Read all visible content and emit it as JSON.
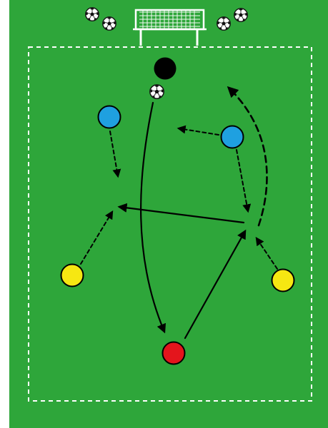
{
  "diagram": {
    "type": "soccer-training-drill",
    "colors": {
      "pitch": "#2ea63a",
      "lines": "#ffffff",
      "arrows": "#000000",
      "player_blue": "#1fa0e0",
      "player_yellow": "#f6e712",
      "player_red": "#e4151c",
      "player_black": "#000000"
    },
    "elements": {
      "goal": "goal-icon",
      "ball": "soccer-ball-icon",
      "ball_count": 5,
      "players": [
        {
          "id": "black",
          "color": "player_black"
        },
        {
          "id": "blue-left",
          "color": "player_blue"
        },
        {
          "id": "blue-right",
          "color": "player_blue"
        },
        {
          "id": "yellow-left",
          "color": "player_yellow"
        },
        {
          "id": "yellow-right",
          "color": "player_yellow"
        },
        {
          "id": "red",
          "color": "player_red"
        }
      ],
      "movement_arrows": [
        "pass-solid",
        "run-dashed"
      ]
    }
  }
}
